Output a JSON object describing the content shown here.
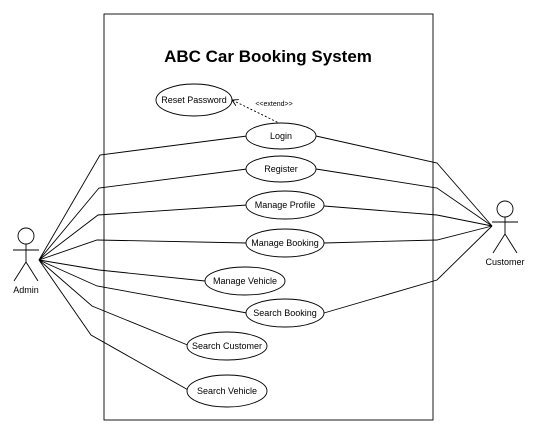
{
  "diagram": {
    "title": "ABC Car Booking System",
    "actors": {
      "admin": "Admin",
      "customer": "Customer"
    },
    "use_cases": {
      "reset_password": "Reset Password",
      "login": "Login",
      "register": "Register",
      "manage_profile": "Manage Profile",
      "manage_booking": "Manage Booking",
      "manage_vehicle": "Manage Vehicle",
      "search_booking": "Search Booking",
      "search_customer": "Search Customer",
      "search_vehicle": "Search Vehicle"
    },
    "extend_label": "<<extend>>"
  }
}
